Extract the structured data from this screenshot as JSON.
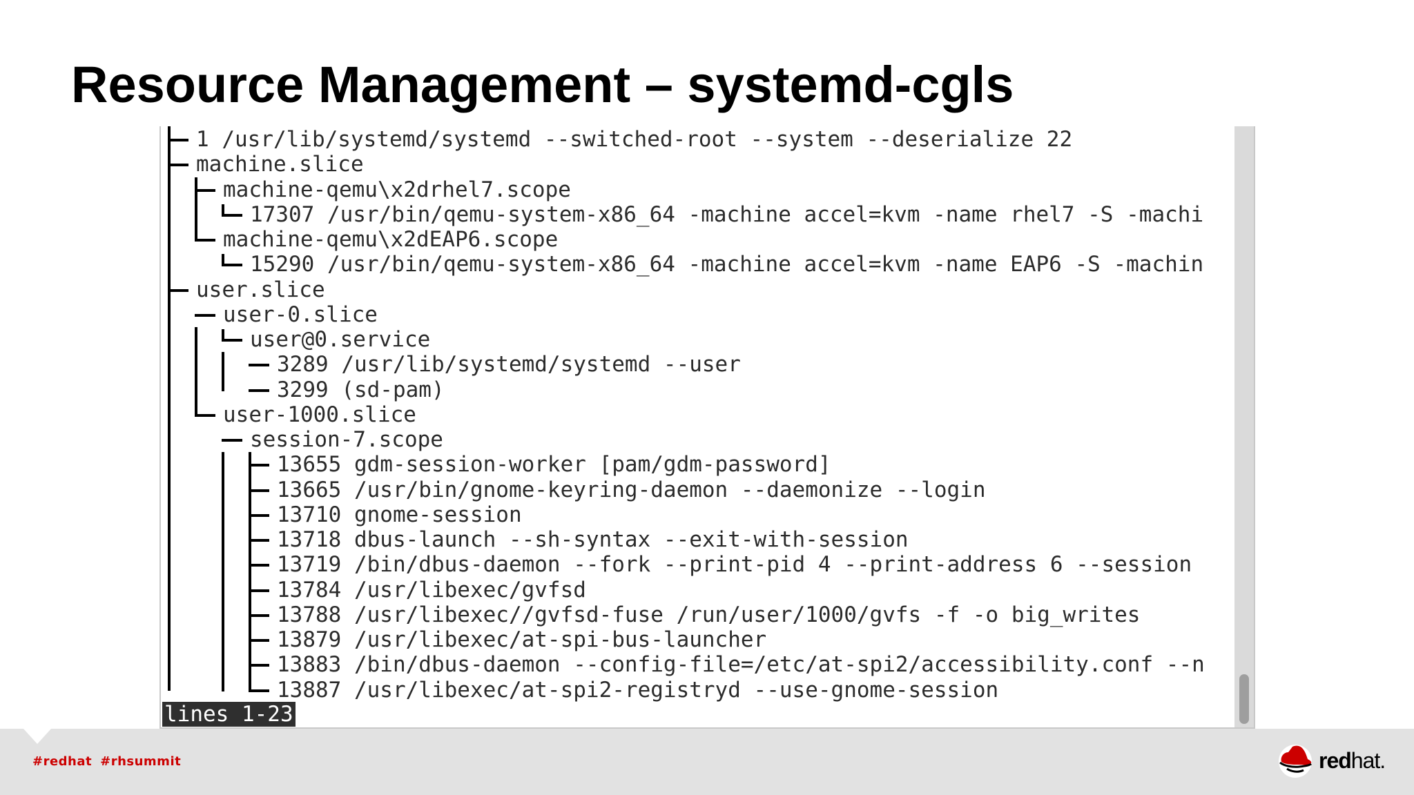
{
  "slide": {
    "title": "Resource Management – systemd-cgls"
  },
  "terminal": {
    "lines": [
      "1 /usr/lib/systemd/systemd --switched-root --system --deserialize 22",
      "machine.slice",
      "machine-qemu\\x2drhel7.scope",
      "17307 /usr/bin/qemu-system-x86_64 -machine accel=kvm -name rhel7 -S -machi",
      "machine-qemu\\x2dEAP6.scope",
      "15290 /usr/bin/qemu-system-x86_64 -machine accel=kvm -name EAP6 -S -machin",
      "user.slice",
      "user-0.slice",
      "user@0.service",
      "3289 /usr/lib/systemd/systemd --user",
      "3299 (sd-pam)",
      "user-1000.slice",
      "session-7.scope",
      "13655 gdm-session-worker [pam/gdm-password]",
      "13665 /usr/bin/gnome-keyring-daemon --daemonize --login",
      "13710 gnome-session",
      "13718 dbus-launch --sh-syntax --exit-with-session",
      "13719 /bin/dbus-daemon --fork --print-pid 4 --print-address 6 --session",
      "13784 /usr/libexec/gvfsd",
      "13788 /usr/libexec//gvfsd-fuse /run/user/1000/gvfs -f -o big_writes",
      "13879 /usr/libexec/at-spi-bus-launcher",
      "13883 /bin/dbus-daemon --config-file=/etc/at-spi2/accessibility.conf --n",
      "13887 /usr/libexec/at-spi2-registryd --use-gnome-session"
    ],
    "status_text": "lines 1-23"
  },
  "footer": {
    "hashtags": [
      "#redhat",
      "#rhsummit"
    ],
    "logo_text_bold": "red",
    "logo_text_light": "hat."
  },
  "colors": {
    "brand_red": "#cc0000",
    "footer_bg": "#e2e2e2",
    "status_bg": "#2f2f2f"
  }
}
